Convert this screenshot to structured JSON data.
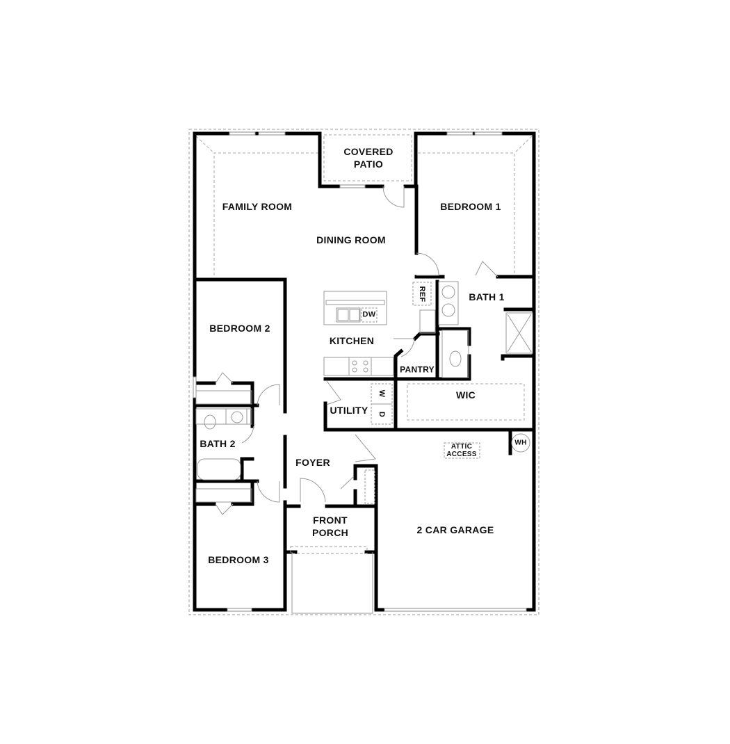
{
  "plan": {
    "rooms": {
      "covered_patio": "COVERED\nPATIO",
      "family_room": "FAMILY ROOM",
      "dining_room": "DINING ROOM",
      "bedroom_1": "BEDROOM 1",
      "bath_1": "BATH 1",
      "bedroom_2": "BEDROOM 2",
      "kitchen": "KITCHEN",
      "pantry": "PANTRY",
      "wic": "WIC",
      "utility": "UTILITY",
      "bath_2": "BATH 2",
      "foyer": "FOYER",
      "front_porch": "FRONT\nPORCH",
      "bedroom_3": "BEDROOM 3",
      "garage": "2 CAR GARAGE"
    },
    "fixtures": {
      "ref": "REF",
      "dw": "DW",
      "washer": "W",
      "dryer": "D",
      "attic_access": "ATTIC\nACCESS",
      "water_heater": "WH"
    }
  }
}
